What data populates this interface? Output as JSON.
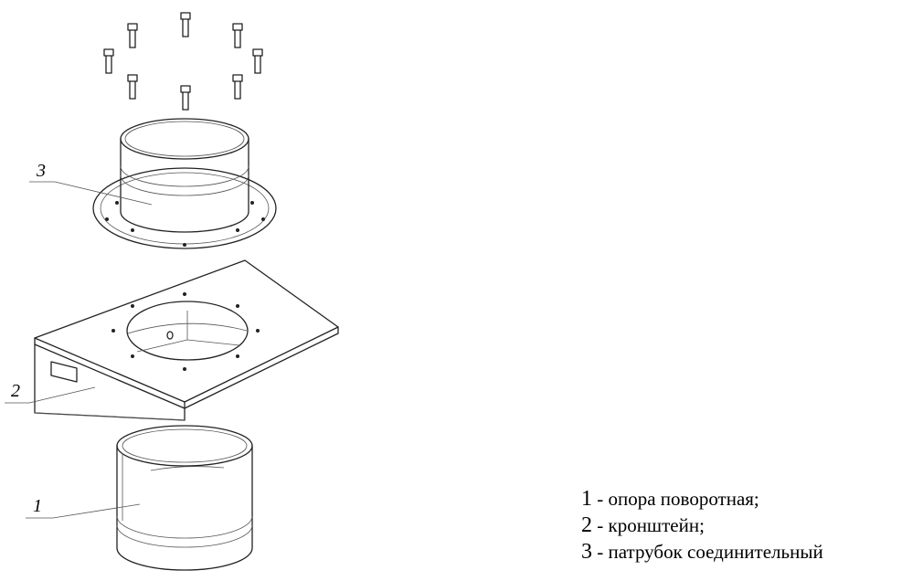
{
  "callouts": {
    "part1": "1",
    "part2": "2",
    "part3": "3"
  },
  "legend": [
    {
      "num": "1",
      "text": " - опора поворотная;"
    },
    {
      "num": "2",
      "text": " - кронштейн;"
    },
    {
      "num": "3",
      "text": " - патрубок соединительный"
    }
  ]
}
